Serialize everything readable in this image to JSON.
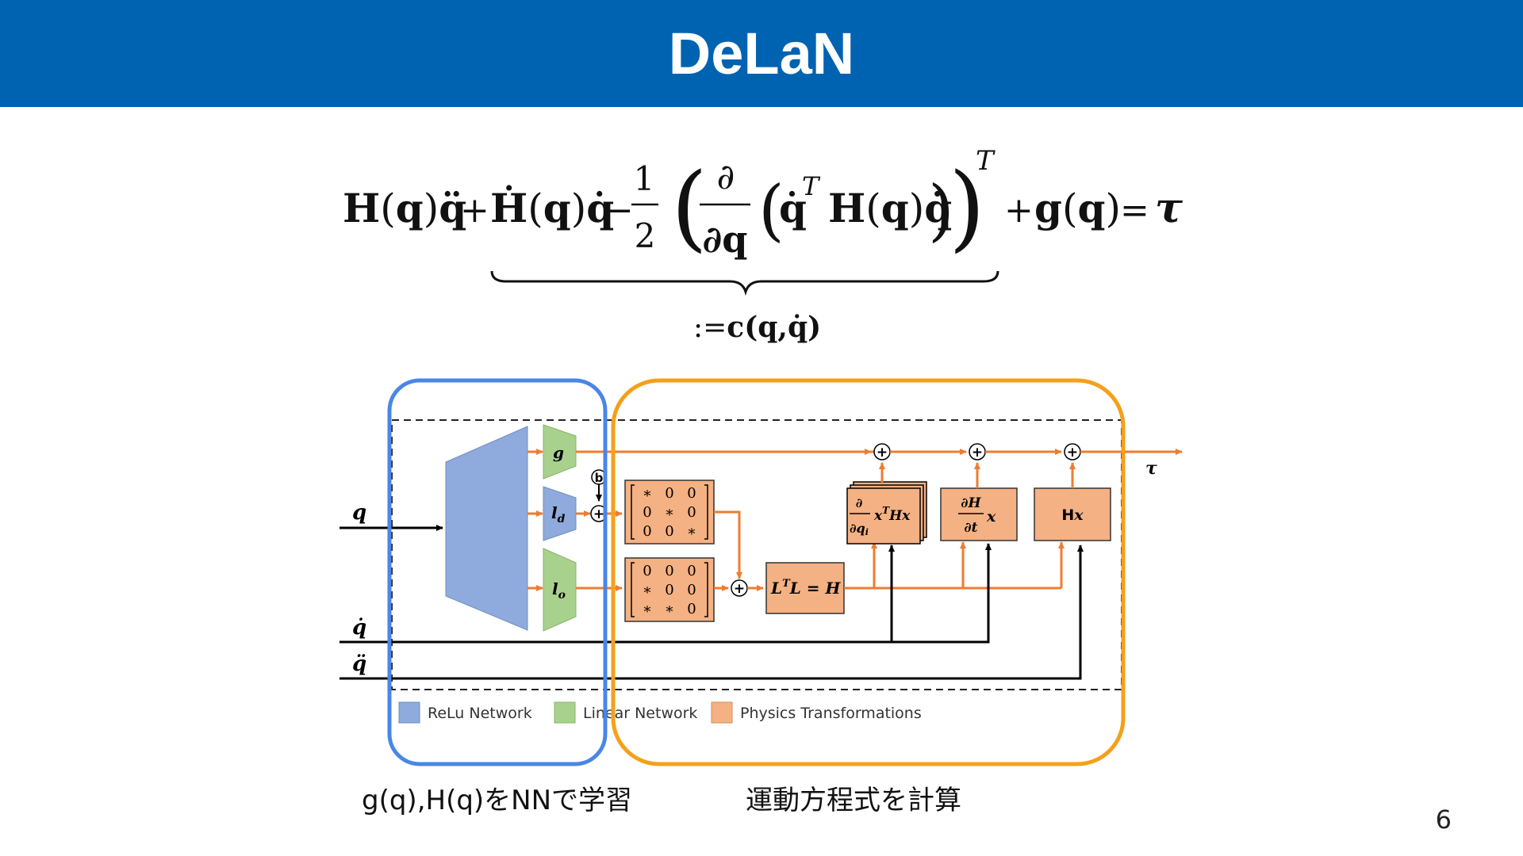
{
  "slide": {
    "title": "DeLaN",
    "page_number": "6",
    "caption_left": "g(q),H(q)をNNで学習",
    "caption_right": "運動方程式を計算"
  },
  "equation": {
    "H": "H",
    "q": "q",
    "qdd": "q̈",
    "qd": "q̇",
    "Hd": "Ḣ",
    "plus": "+",
    "minus": "−",
    "equals": "=",
    "lparen": "(",
    "rparen": ")",
    "one": "1",
    "two": "2",
    "partial": "∂",
    "partial_q": "∂q",
    "T": "T",
    "g": "g",
    "tau": "τ",
    "brace_label_prefix": ":=",
    "brace_label_c": "c",
    "brace_label_args": "(q,q̇)"
  },
  "diagram": {
    "inputs": {
      "q": "q",
      "qd": "q̇",
      "qdd": "q̈"
    },
    "output": "τ",
    "net_heads": {
      "g": "g",
      "l": "l",
      "ld_sub": "d",
      "lo_sub": "o"
    },
    "bias": "b",
    "plus": "+",
    "matrix_diag": [
      [
        "∗",
        "0",
        "0"
      ],
      [
        "0",
        "∗",
        "0"
      ],
      [
        "0",
        "0",
        "∗"
      ]
    ],
    "matrix_lower": [
      [
        "0",
        "0",
        "0"
      ],
      [
        "∗",
        "0",
        "0"
      ],
      [
        "∗",
        "∗",
        "0"
      ]
    ],
    "block_ltl": {
      "L": "L",
      "T": "T",
      "rest": "L = H"
    },
    "block_dqxhx": {
      "partial": "∂",
      "dq": "∂q",
      "sub": "i",
      "x": "x",
      "T": "T",
      "Hx": "Hx"
    },
    "block_dhdt": {
      "dH": "∂H",
      "dt": "∂t",
      "x": "x"
    },
    "block_hx": {
      "H": "H",
      "x": "x"
    },
    "legend": [
      {
        "label": "ReLu Network",
        "color": "#8faadc"
      },
      {
        "label": "Linear Network",
        "color": "#a9d18e"
      },
      {
        "label": "Physics Transformations",
        "color": "#f4b183"
      }
    ],
    "colors": {
      "relu": "#8faadc",
      "linear": "#a9d18e",
      "physics": "#f4b183",
      "arrow": "#ed7d31",
      "blue_frame": "#4a86e8",
      "orange_frame": "#f5a01a"
    }
  }
}
